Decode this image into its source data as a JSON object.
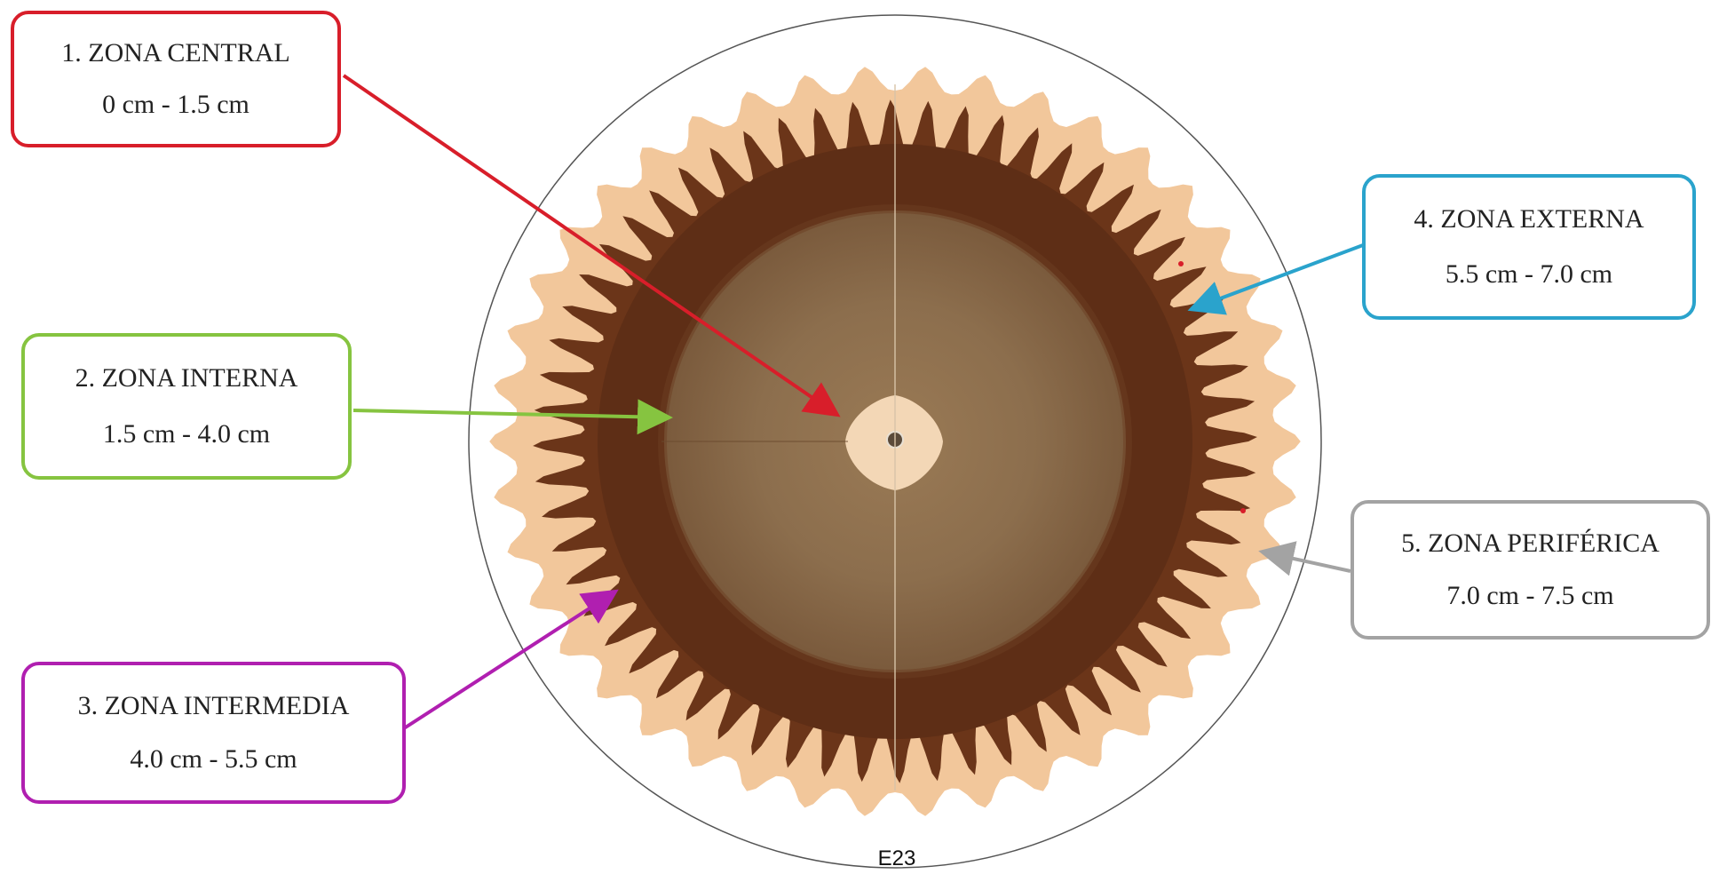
{
  "sample_label": "E23",
  "zones": [
    {
      "key": "central",
      "title": "1. ZONA CENTRAL",
      "range": "0 cm - 1.5 cm",
      "color": "#d81e2a"
    },
    {
      "key": "interna",
      "title": "2. ZONA INTERNA",
      "range": "1.5 cm - 4.0 cm",
      "color": "#86c440"
    },
    {
      "key": "intermedia",
      "title": "3. ZONA INTERMEDIA",
      "range": "4.0 cm - 5.5 cm",
      "color": "#b01fb0"
    },
    {
      "key": "externa",
      "title": "4. ZONA EXTERNA",
      "range": "5.5 cm - 7.0 cm",
      "color": "#2aa3cc"
    },
    {
      "key": "periferica",
      "title": "5. ZONA PERIFÉRICA",
      "range": "7.0 cm - 7.5 cm",
      "color": "#a3a3a3"
    }
  ],
  "colors": {
    "outer_circle": "#555555",
    "periphery": "#f2c79b",
    "outer_band": "#6b3519",
    "inner_field": "#8a6c4c",
    "center": "#f3d7b6"
  }
}
